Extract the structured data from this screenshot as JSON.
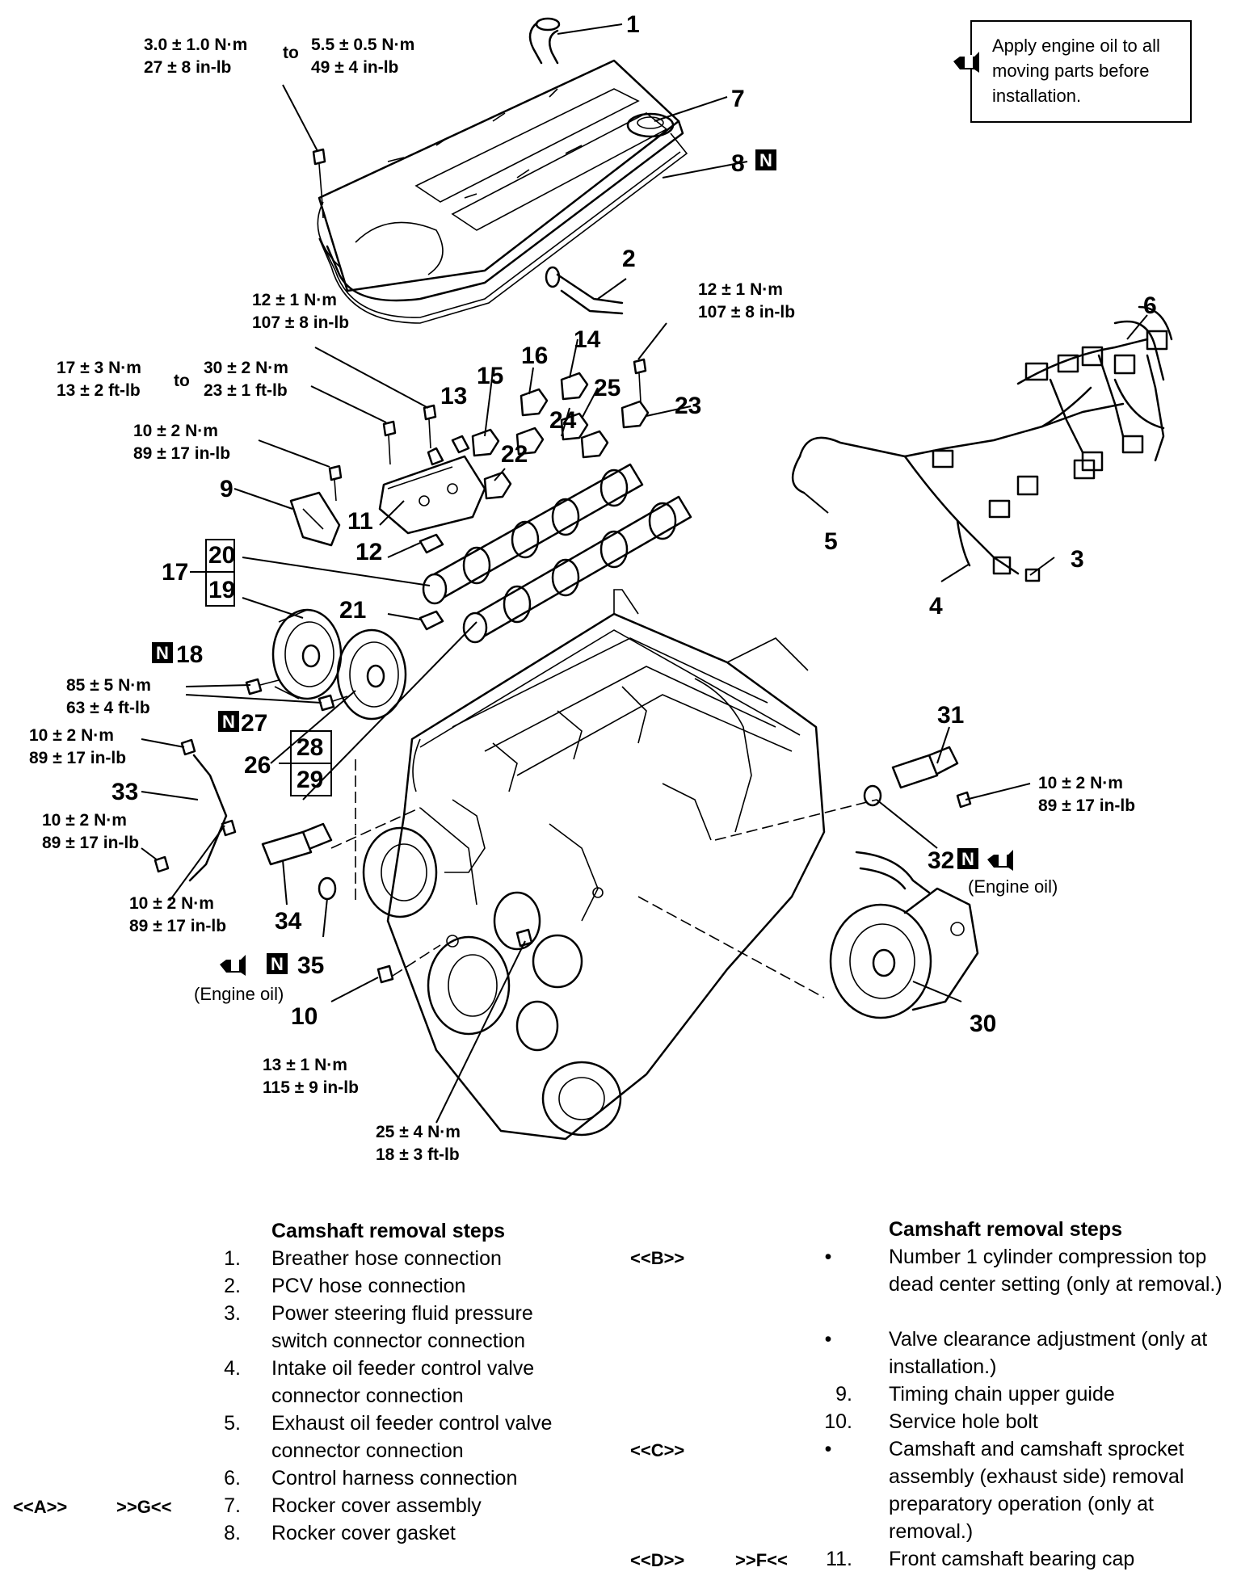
{
  "note_box": {
    "text_lines": [
      "Apply engine oil to all",
      "moving parts before",
      "installation."
    ]
  },
  "figure_id": "AC708206AC",
  "torque_specs": [
    {
      "id": "t_cover_a",
      "lines": [
        "3.0 ± 1.0 N·m",
        "27 ± 8 in-lb"
      ]
    },
    {
      "id": "t_to1",
      "lines": [
        "to"
      ]
    },
    {
      "id": "t_cover_b",
      "lines": [
        "5.5 ± 0.5 N·m",
        "49 ± 4 in-lb"
      ]
    },
    {
      "id": "t_13",
      "lines": [
        "12 ± 1 N·m",
        "107 ± 8 in-lb"
      ]
    },
    {
      "id": "t_23",
      "lines": [
        "12 ± 1 N·m",
        "107 ± 8 in-lb"
      ]
    },
    {
      "id": "t_11a",
      "lines": [
        "17 ± 3 N·m",
        "13 ± 2 ft-lb"
      ]
    },
    {
      "id": "t_to2",
      "lines": [
        "to"
      ]
    },
    {
      "id": "t_11b",
      "lines": [
        "30 ± 2 N·m",
        "23 ± 1 ft-lb"
      ]
    },
    {
      "id": "t_9",
      "lines": [
        "10 ± 2 N·m",
        "89 ± 17 in-lb"
      ]
    },
    {
      "id": "t_18",
      "lines": [
        "85 ± 5 N·m",
        "63 ± 4 ft-lb"
      ]
    },
    {
      "id": "t_33a",
      "lines": [
        "10 ± 2 N·m",
        "89 ± 17 in-lb"
      ]
    },
    {
      "id": "t_33b",
      "lines": [
        "10 ± 2 N·m",
        "89 ± 17 in-lb"
      ]
    },
    {
      "id": "t_34",
      "lines": [
        "10 ± 2 N·m",
        "89 ± 17 in-lb"
      ]
    },
    {
      "id": "t_31",
      "lines": [
        "10 ± 2 N·m",
        "89 ± 17 in-lb"
      ]
    },
    {
      "id": "t_10",
      "lines": [
        "13 ± 1 N·m",
        "115 ± 9 in-lb"
      ]
    },
    {
      "id": "t_crank",
      "lines": [
        "25 ± 4 N·m",
        "18 ± 3 ft-lb"
      ]
    }
  ],
  "callouts": [
    "1",
    "2",
    "3",
    "4",
    "5",
    "6",
    "7",
    "8",
    "9",
    "10",
    "11",
    "12",
    "13",
    "14",
    "15",
    "16",
    "17",
    "18",
    "19",
    "20",
    "21",
    "22",
    "23",
    "24",
    "25",
    "26",
    "27",
    "28",
    "29",
    "30",
    "31",
    "32",
    "33",
    "34",
    "35"
  ],
  "n_mark": "N",
  "engine_oil_label": "(Engine oil)",
  "steps_left": {
    "heading": "Camshaft removal steps",
    "marks": {
      "row7_a": "<<A>>",
      "row7_b": ">>G<<"
    },
    "items": [
      {
        "no": "1.",
        "text": "Breather hose connection"
      },
      {
        "no": "2.",
        "text": "PCV hose connection"
      },
      {
        "no": "3.",
        "text": "Power steering fluid pressure switch connector connection"
      },
      {
        "no": "4.",
        "text": "Intake oil feeder control valve connector connection"
      },
      {
        "no": "5.",
        "text": "Exhaust oil feeder control valve connector connection"
      },
      {
        "no": "6.",
        "text": "Control harness connection"
      },
      {
        "no": "7.",
        "text": "Rocker cover assembly"
      },
      {
        "no": "8.",
        "text": "Rocker cover gasket"
      }
    ]
  },
  "steps_right": {
    "heading": "Camshaft removal steps",
    "marks": {
      "b": "<<B>>",
      "c": "<<C>>",
      "d": "<<D>>",
      "f": ">>F<<"
    },
    "items": [
      {
        "no": "•",
        "text": "Number 1 cylinder compression top dead center setting (only at removal.)"
      },
      {
        "no": "•",
        "text": "Valve clearance adjustment (only at installation.)"
      },
      {
        "no": "9.",
        "text": "Timing chain upper guide"
      },
      {
        "no": "10.",
        "text": "Service hole bolt"
      },
      {
        "no": "•",
        "text": "Camshaft and camshaft sprocket assembly (exhaust side) removal preparatory operation (only at removal.)"
      },
      {
        "no": "11.",
        "text": "Front camshaft bearing cap"
      }
    ]
  }
}
